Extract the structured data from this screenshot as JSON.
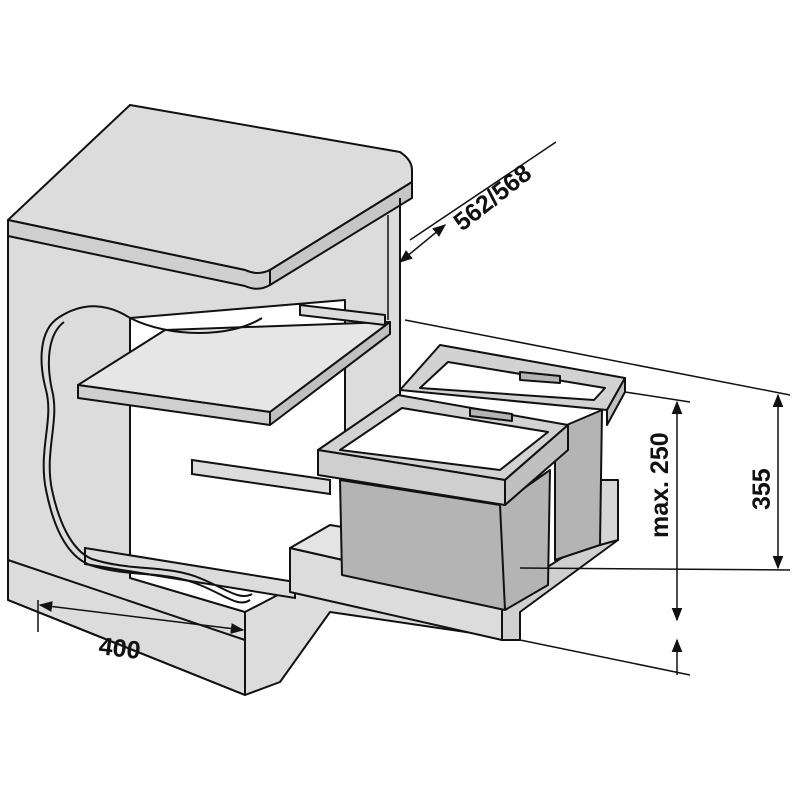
{
  "dimensions": {
    "depth_label": "562/568",
    "width_label": "400",
    "bin_height_label": "max. 250",
    "total_height_label": "355"
  },
  "colors": {
    "cabinet_fill": "#dcdcdc",
    "bin_fill": "#b4b4b4",
    "lid_fill": "#d2d2d2",
    "line": "#111111"
  }
}
